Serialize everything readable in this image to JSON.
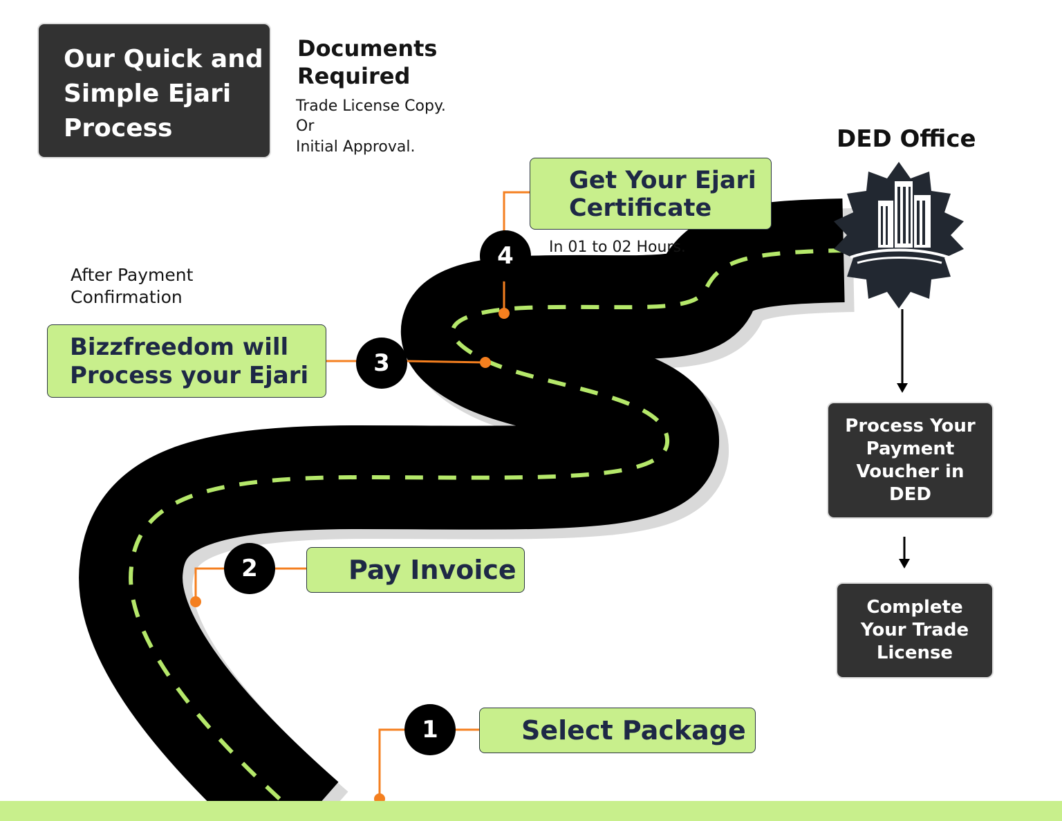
{
  "title_box": {
    "lines": [
      "Our Quick and",
      "Simple Ejari",
      "Process"
    ]
  },
  "documents": {
    "heading_lines": [
      "Documents",
      "Required"
    ],
    "lines": [
      "Trade License Copy.",
      "Or",
      "Initial Approval."
    ]
  },
  "steps": [
    {
      "number": "1",
      "label": "Select Package"
    },
    {
      "number": "2",
      "label": "Pay Invoice"
    },
    {
      "number": "3",
      "label_lines": [
        "Bizzfreedom will",
        "Process your Ejari"
      ],
      "note_lines": [
        "After Payment",
        "Confirmation"
      ]
    },
    {
      "number": "4",
      "label_lines": [
        "Get Your Ejari",
        "Certificate"
      ],
      "note": "In 01 to 02 Hours."
    }
  ],
  "ded": {
    "label": "DED Office",
    "icon": "office-building-icon",
    "process_lines": [
      "Process Your",
      "Payment",
      "Voucher in",
      "DED"
    ],
    "complete_lines": [
      "Complete",
      "Your Trade",
      "License"
    ]
  },
  "colors": {
    "accent_green": "#c8ef8c",
    "dark_box": "#323232",
    "connector_orange": "#f47f1f",
    "road": "#000000",
    "lane_marking": "#b5e86a",
    "navy_text": "#1e2846"
  }
}
